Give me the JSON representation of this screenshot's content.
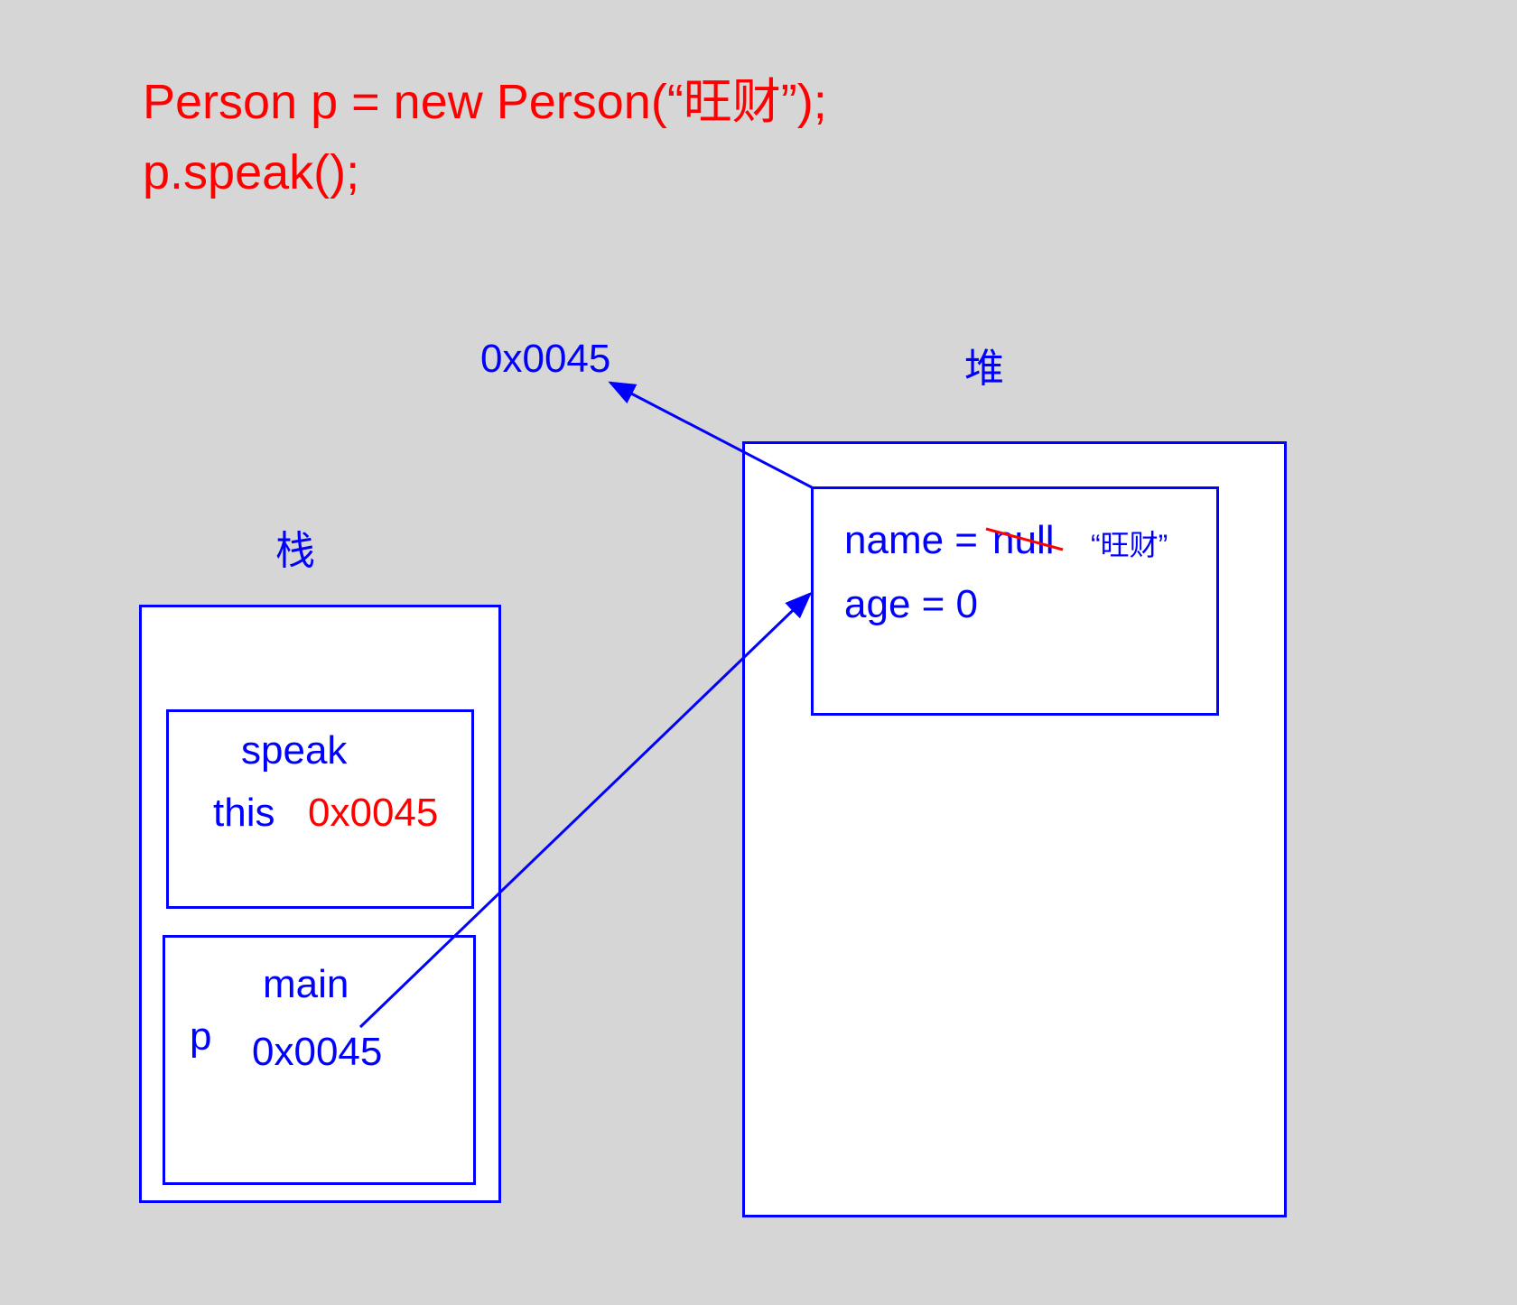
{
  "code": {
    "line1": "Person p = new Person(“旺财”);",
    "line2": "p.speak();"
  },
  "address_label": "0x0045",
  "heap": {
    "title": "堆",
    "object": {
      "name_field": "name = ",
      "name_old_value": "null",
      "name_new_value": "“旺财”",
      "age_field": "age = 0"
    }
  },
  "stack": {
    "title": "栈",
    "speak_frame": {
      "title": "speak",
      "var_name": "this",
      "var_value": "0x0045"
    },
    "main_frame": {
      "title": "main",
      "var_name": "p",
      "var_value": "0x0045"
    }
  },
  "colors": {
    "background": "#d6d6d6",
    "diagram_blue": "#0000ff",
    "code_red": "#ff0000",
    "box_fill": "#ffffff"
  }
}
